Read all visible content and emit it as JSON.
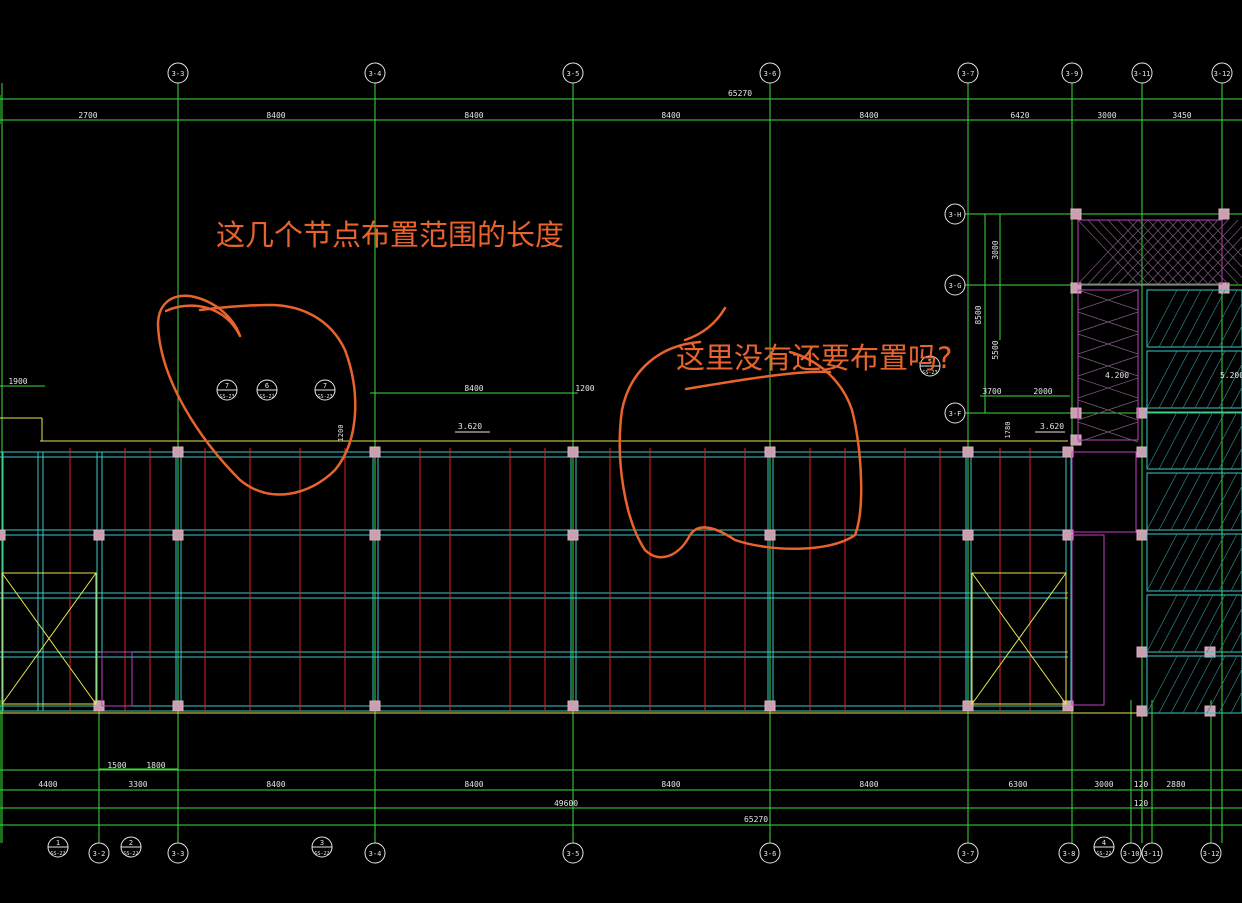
{
  "drawing": {
    "axes_top": [
      "3-3",
      "3-4",
      "3-5",
      "3-6",
      "3-7",
      "3-9",
      "3-11",
      "3-12"
    ],
    "axes_bottom": [
      "3-2",
      "3-3",
      "3-4",
      "3-5",
      "3-6",
      "3-7",
      "3-8",
      "3-10",
      "3-11",
      "3-12"
    ],
    "axes_right": [
      "3-H",
      "3-G",
      "3-F"
    ],
    "dims_top": [
      "2700",
      "8400",
      "8400",
      "8400",
      "8400",
      "6420",
      "3000",
      "3450"
    ],
    "dim_total": "65270",
    "dims_bottom": [
      "4400",
      "3300",
      "8400",
      "8400",
      "8400",
      "8400",
      "6300",
      "3000",
      "120",
      "2880"
    ],
    "dim_bottom_sub": "49600",
    "dim_bottom_small": [
      "1500",
      "1800"
    ],
    "dim_bottom_120": "120",
    "dims_right": [
      "3000",
      "5500",
      "8500",
      "1780"
    ],
    "dims_right_h": [
      "3700",
      "2000"
    ],
    "dims_left": [
      "1900",
      "8400",
      "1200",
      "1200"
    ],
    "elev": [
      "4.200",
      "5.200",
      "3.620",
      "3.620"
    ],
    "sections": [
      {
        "num": "7",
        "ref": "GS-23"
      },
      {
        "num": "6",
        "ref": "GS-22"
      },
      {
        "num": "7",
        "ref": "GS-23"
      },
      {
        "num": "1",
        "ref": "GS-22"
      },
      {
        "num": "2",
        "ref": "GS-22"
      },
      {
        "num": "3",
        "ref": "GS-22"
      },
      {
        "num": "4",
        "ref": "GS-22"
      },
      {
        "num": "5",
        "ref": "GS-23"
      }
    ]
  },
  "annotations": {
    "note1": "这几个节点布置范围的长度",
    "note2": "这里没有还要布置吗?"
  },
  "colors": {
    "grid": "#3cdc3c",
    "beam": "#3cc8c8",
    "rebar": "#e02020",
    "wall": "#e6e650",
    "ink": "#e8642c",
    "hatch": "#c040c0",
    "text": "#e6e6e6"
  }
}
